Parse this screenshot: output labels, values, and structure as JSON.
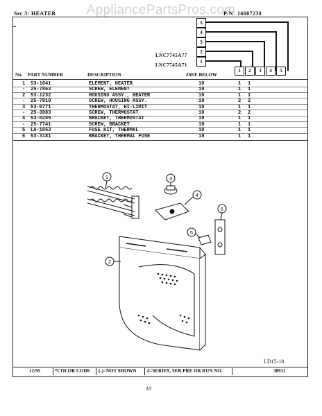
{
  "watermark": "AppliancePartsPros.com",
  "header": {
    "section": "Sec  3: HEATER",
    "pn_label": "P/N",
    "pn": "16007238"
  },
  "steps": [
    "5",
    "4",
    "3",
    "2",
    "1"
  ],
  "models": [
    "LNC7745A77",
    "LNC7745A71"
  ],
  "see_below_label": "#SEE BELOW",
  "columns": {
    "no": "No.",
    "part": "PART NUMBER",
    "desc": "DESCRIPTION",
    "col_nums": [
      "1",
      "2",
      "3",
      "4",
      "5"
    ]
  },
  "rows": [
    {
      "no": "1",
      "part": "53-1641",
      "desc": "ELEMENT, HEATER",
      "see": "10",
      "c1": "1",
      "c2": "1"
    },
    {
      "no": "-",
      "part": "25-7863",
      "desc": "SCREW, ELEMENT",
      "see": "10",
      "c1": "1",
      "c2": "1"
    },
    {
      "no": "2",
      "part": "53-1232",
      "desc": "HOUSING ASSY., HEATER",
      "see": "10",
      "c1": "1",
      "c2": "1"
    },
    {
      "no": "-",
      "part": "25-7819",
      "desc": "SCREW, HOUSING ASSY.",
      "see": "10",
      "c1": "2",
      "c2": "2"
    },
    {
      "no": "3",
      "part": "53-0771",
      "desc": "THERMOSTAT, HI-LIMIT",
      "see": "10",
      "c1": "1",
      "c2": "1"
    },
    {
      "no": "-",
      "part": "25-3083",
      "desc": "SCREW, THERMOSTAT",
      "see": "10",
      "c1": "2",
      "c2": "2"
    },
    {
      "no": "4",
      "part": "53-0285",
      "desc": "BRACKET, THERMOSTAT",
      "see": "10",
      "c1": "1",
      "c2": "1"
    },
    {
      "no": "-",
      "part": "25-7741",
      "desc": "SCREW, BRACKET",
      "see": "10",
      "c1": "1",
      "c2": "1"
    },
    {
      "no": "5",
      "part": "LA-1053",
      "desc": "FUSE KIT, THERMAL",
      "see": "10",
      "c1": "1",
      "c2": "1"
    },
    {
      "no": "6",
      "part": "53-3181",
      "desc": "BRACKET, THERMAL FUSE",
      "see": "10",
      "c1": "1",
      "c2": "1"
    }
  ],
  "callouts": [
    "1",
    "2",
    "3",
    "4",
    "5",
    "6"
  ],
  "drawing_code": "LD15-10",
  "footer": {
    "date": "12/95",
    "color_code": "*COLOR CODE",
    "not_shown": "(-)=NOT SHOWN",
    "series": "#=SERIES, SER PRE OR RUN NO.",
    "code": "38911"
  },
  "page_mark": "10"
}
